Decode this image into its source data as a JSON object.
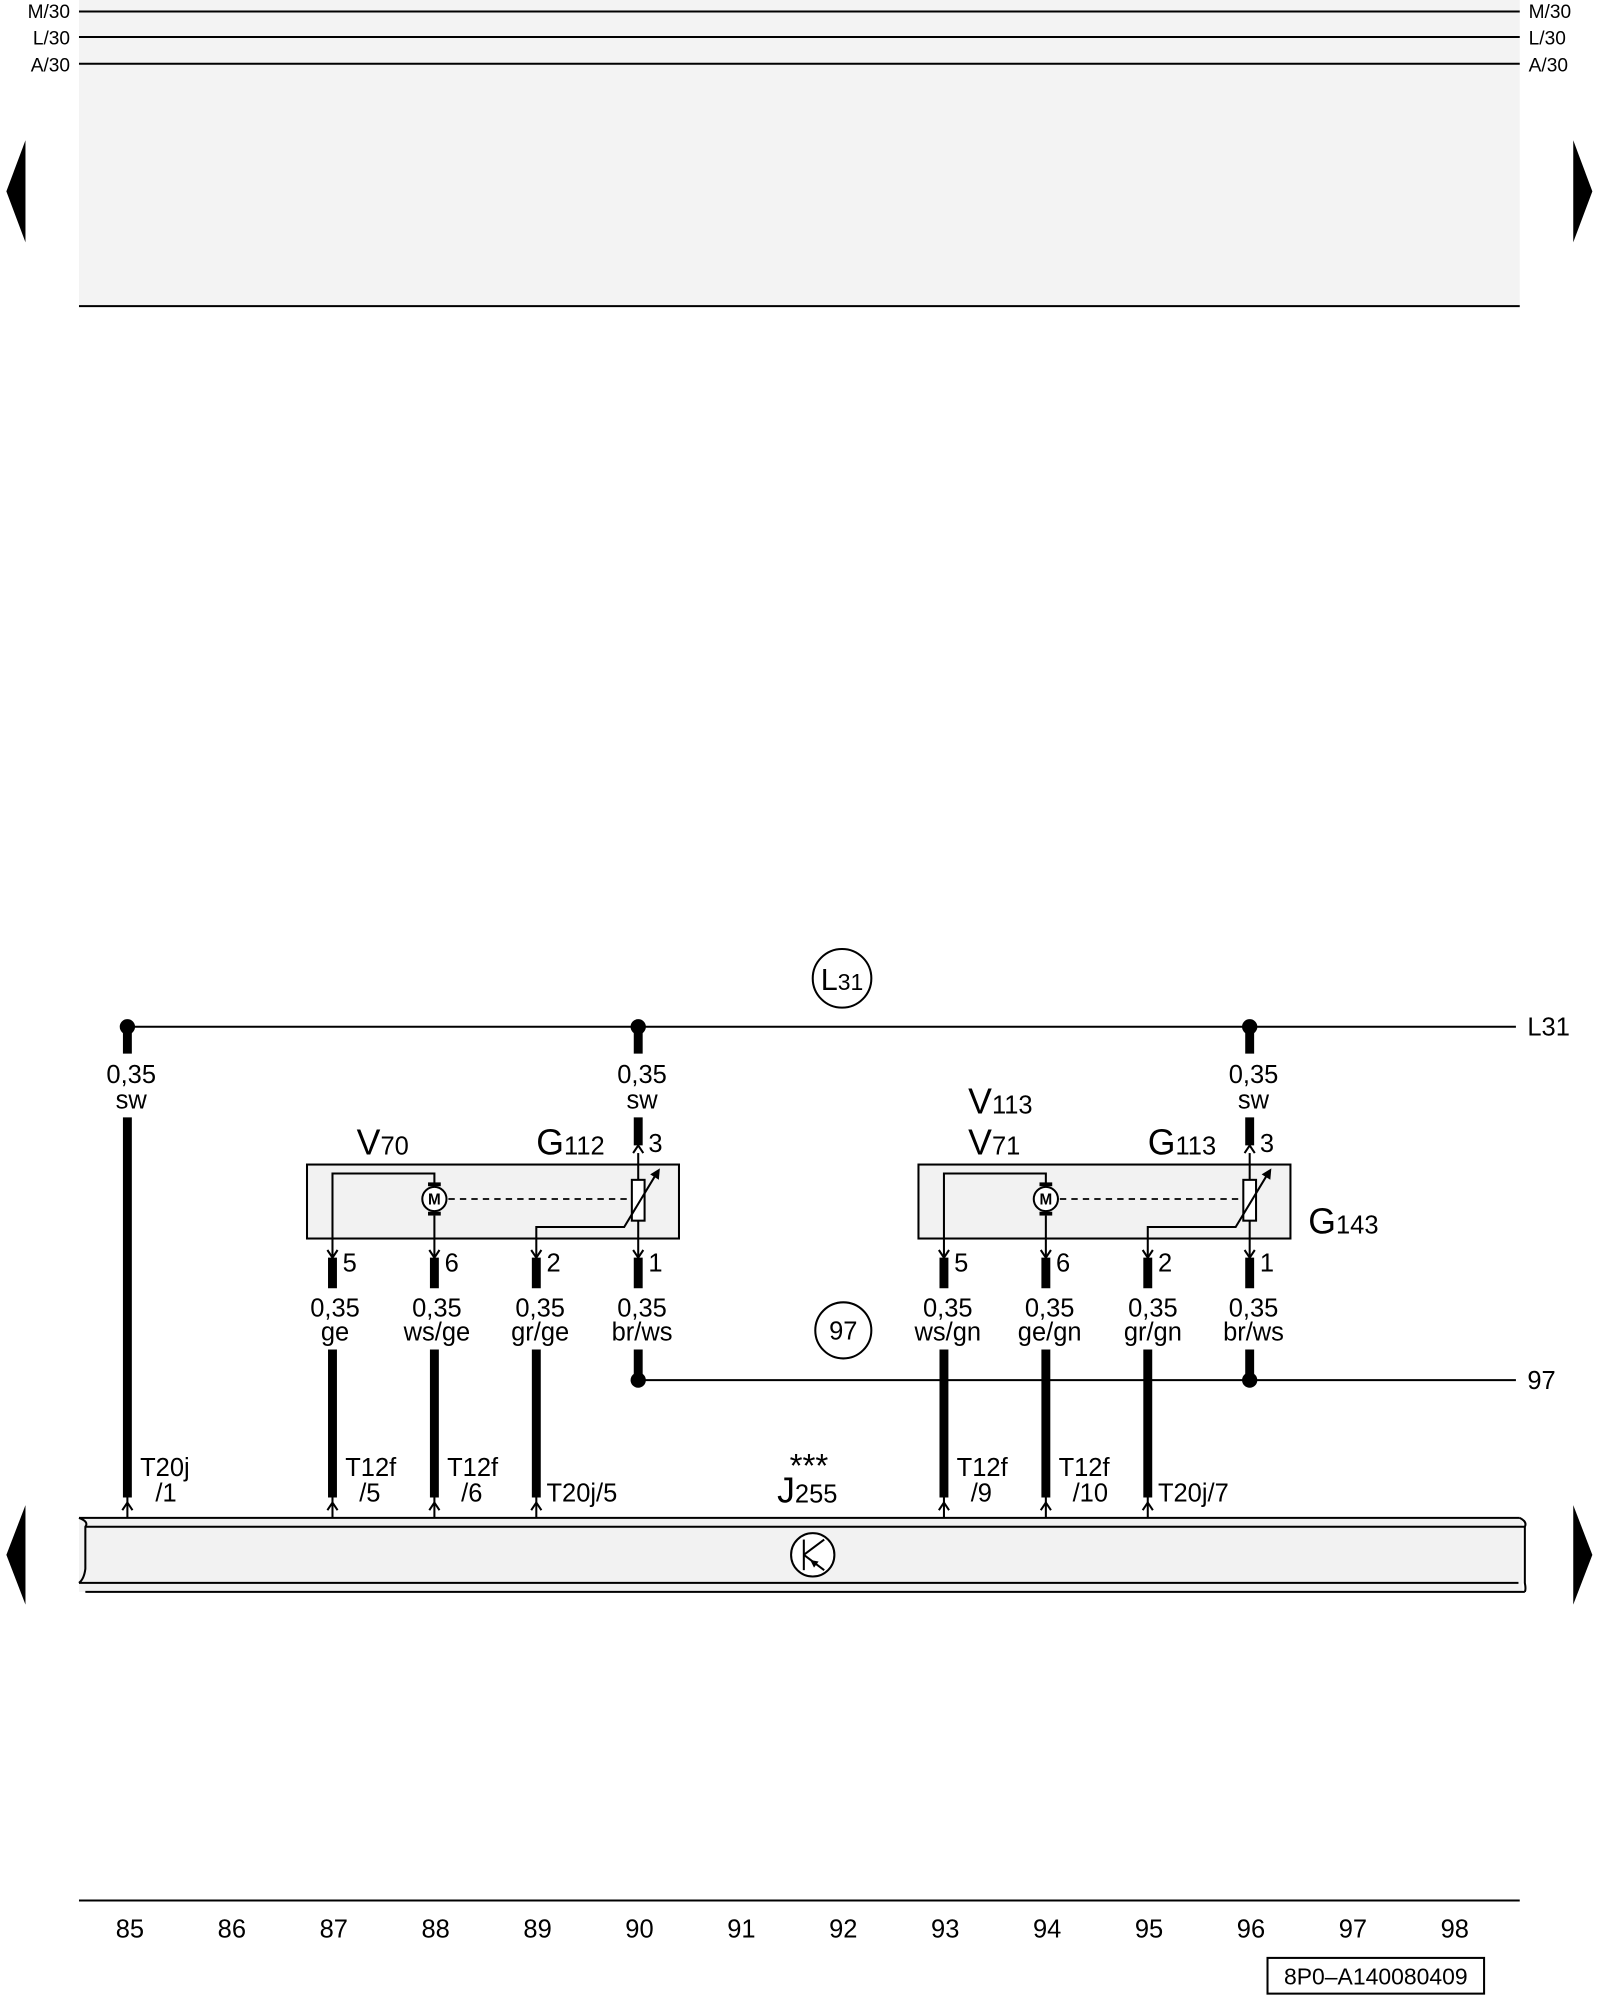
{
  "rails": {
    "m30": {
      "left": "M/30",
      "right": "M/30"
    },
    "l30": {
      "left": "L/30",
      "right": "L/30"
    },
    "a30": {
      "left": "A/30",
      "right": "A/30"
    }
  },
  "ground_l31": {
    "circle_letter": "L",
    "circle_number": "31",
    "line_label": "L31"
  },
  "ground_97": {
    "circle_label": "97",
    "line_label": "97"
  },
  "components": {
    "v70": {
      "letter": "V",
      "number": "70"
    },
    "g112": {
      "letter": "G",
      "number": "112",
      "top_pin": "3"
    },
    "v113": {
      "letter": "V",
      "number": "113"
    },
    "v71": {
      "letter": "V",
      "number": "71"
    },
    "g113": {
      "letter": "G",
      "number": "113",
      "top_pin": "3"
    },
    "g143": {
      "letter": "G",
      "number": "143"
    },
    "j255": {
      "note": "***",
      "letter": "J",
      "number": "255"
    },
    "motor_symbol": "M"
  },
  "wires": {
    "col85": {
      "size": "0,35",
      "color": "sw",
      "connector": "T20j",
      "connector_pin": "/1"
    },
    "col90_top": {
      "size": "0,35",
      "color": "sw"
    },
    "col96_top": {
      "size": "0,35",
      "color": "sw"
    },
    "col87": {
      "pin": "5",
      "size": "0,35",
      "color": "ge",
      "connector": "T12f",
      "connector_pin": "/5"
    },
    "col88": {
      "pin": "6",
      "size": "0,35",
      "color": "ws/ge",
      "connector": "T12f",
      "connector_pin": "/6"
    },
    "col89": {
      "pin": "2",
      "size": "0,35",
      "color": "gr/ge",
      "connector": "T20j/5"
    },
    "col90_bottom": {
      "pin": "1",
      "size": "0,35",
      "color": "br/ws"
    },
    "col93": {
      "pin": "5",
      "size": "0,35",
      "color": "ws/gn",
      "connector": "T12f",
      "connector_pin": "/9"
    },
    "col94": {
      "pin": "6",
      "size": "0,35",
      "color": "ge/gn",
      "connector": "T12f",
      "connector_pin": "/10"
    },
    "col95": {
      "pin": "2",
      "size": "0,35",
      "color": "gr/gn",
      "connector": "T20j/7"
    },
    "col96_bottom": {
      "pin": "1",
      "size": "0,35",
      "color": "br/ws"
    }
  },
  "footer": {
    "columns": [
      "85",
      "86",
      "87",
      "88",
      "89",
      "90",
      "91",
      "92",
      "93",
      "94",
      "95",
      "96",
      "97",
      "98"
    ],
    "ref_code": "8P0–A140080409"
  },
  "colors": {
    "line": "#000000",
    "panel_fill": "#f2f2f2"
  }
}
